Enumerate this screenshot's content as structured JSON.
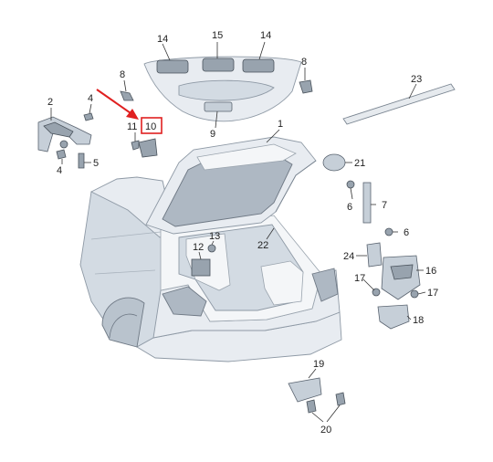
{
  "callouts": {
    "c1": "1",
    "c2": "2",
    "c4a": "4",
    "c4b": "4",
    "c5": "5",
    "c6a": "6",
    "c6b": "6",
    "c7": "7",
    "c8a": "8",
    "c8b": "8",
    "c9": "9",
    "c10": "10",
    "c11": "11",
    "c12": "12",
    "c13": "13",
    "c14a": "14",
    "c14b": "14",
    "c15": "15",
    "c16": "16",
    "c17a": "17",
    "c17b": "17",
    "c18": "18",
    "c19": "19",
    "c20": "20",
    "c21": "21",
    "c22": "22",
    "c23": "23",
    "c24": "24"
  },
  "colors": {
    "highlight": "#e02020",
    "part_fill": "#c6cfd8",
    "body_fill": "#e8ecf1",
    "line": "#333333"
  }
}
